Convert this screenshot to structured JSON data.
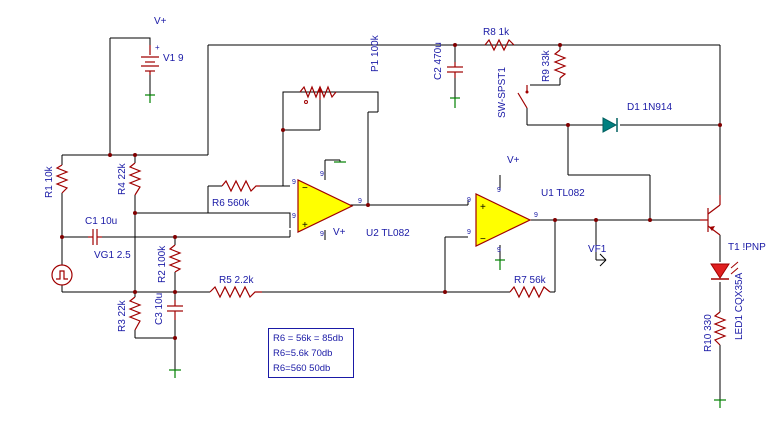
{
  "components": {
    "v1": "V1 9",
    "vplus_top": "V+",
    "p1": "P1 100k",
    "c2": "C2 470u",
    "r8": "R8 1k",
    "r9": "R9 33k",
    "sw": "SW-SPST1",
    "d1": "D1 1N914",
    "r1": "R1 10k",
    "r4": "R4 22k",
    "r6": "R6 560k",
    "u2": "U2 TL082",
    "u1": "U1 TL082",
    "vplus_u1": "V+",
    "vplus_u2": "V+",
    "c1": "C1 10u",
    "vg1": "VG1 2.5",
    "r2": "R2 100k",
    "r5": "R5 2.2k",
    "r7": "R7 56k",
    "r3": "R3 22k",
    "c3": "C3 10u",
    "t1": "T1 !PNP",
    "vf1": "VF1",
    "led1": "LED1 CQX35A",
    "r10": "R10 330"
  },
  "note": {
    "lines": [
      "R6 = 56k = 85db",
      "R6=5.6k  70db",
      "R6=560   50db"
    ]
  },
  "colors": {
    "wire": "#000000",
    "component": "#a00000",
    "label": "#1a1aa6",
    "opamp_fill": "#ffff00",
    "diode": "#008080",
    "led": "#e02020",
    "ground": "#008000"
  }
}
